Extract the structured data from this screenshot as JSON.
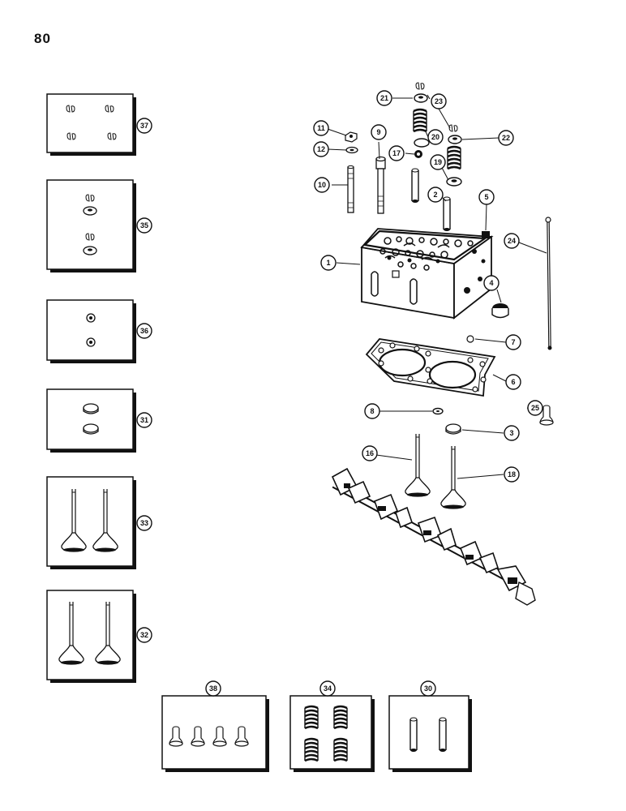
{
  "page": {
    "number": "80"
  },
  "callouts": {
    "c1": "1",
    "c2": "2",
    "c3": "3",
    "c4": "4",
    "c5": "5",
    "c6": "6",
    "c7": "7",
    "c8": "8",
    "c9": "9",
    "c10": "10",
    "c11": "11",
    "c12": "12",
    "c16": "16",
    "c17": "17",
    "c18": "18",
    "c19": "19",
    "c20": "20",
    "c21": "21",
    "c22": "22",
    "c23": "23",
    "c24": "24",
    "c25": "25",
    "c30": "30",
    "c31": "31",
    "c32": "32",
    "c33": "33",
    "c34": "34",
    "c35": "35",
    "c36": "36",
    "c37": "37",
    "c38": "38"
  }
}
